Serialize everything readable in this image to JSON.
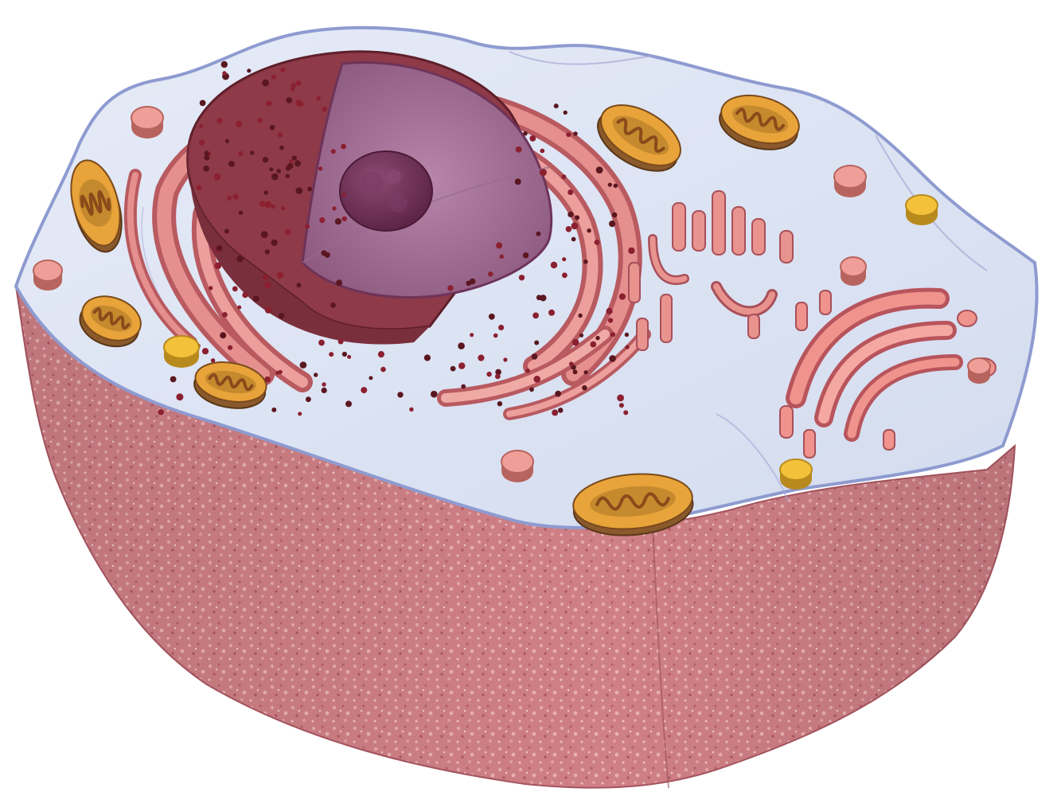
{
  "illustration": {
    "subject": "animal-cell-cutaway",
    "organelles": [
      "cell-membrane",
      "cytoplasm",
      "nucleus",
      "nucleolus",
      "nuclear-pores",
      "rough-endoplasmic-reticulum",
      "ribosomes",
      "smooth-endoplasmic-reticulum",
      "golgi-apparatus",
      "mitochondria",
      "lysosomes",
      "vesicles"
    ],
    "colors": {
      "background": "#ffffff",
      "cytoplasm_top": "#dde4f3",
      "membrane_edge": "#9aa6d4",
      "cell_body": "#c9787c",
      "cell_body_dark": "#a85a62",
      "nucleus_outer": "#8e3a48",
      "nucleus_cut": "#a66a92",
      "nucleolus": "#6c2e52",
      "er": "#e58f8f",
      "er_dark": "#b85a60",
      "ribosome": "#5a1720",
      "mitochondria_shell": "#8a5a2c",
      "mitochondria_inner": "#e8a33a",
      "cristae": "#8a4a1a",
      "vesicle_pink": "#ef9f98",
      "vesicle_yellow": "#f3c23a",
      "golgi": "#f0938c"
    }
  }
}
